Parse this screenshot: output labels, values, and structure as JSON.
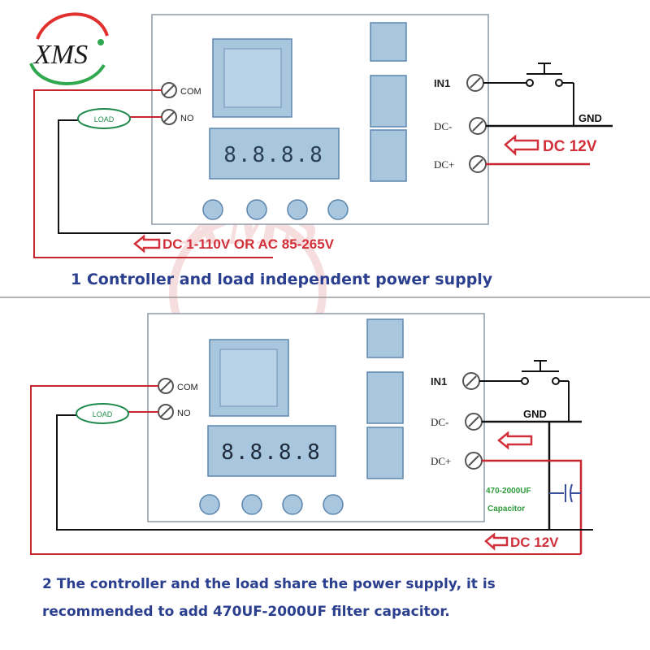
{
  "logo": {
    "text": "XMS"
  },
  "watermark": {
    "text": "XMS"
  },
  "colors": {
    "wire_red": "#c8262e",
    "wire_black": "#111111",
    "load_green": "#1f8a4c",
    "arrow_red": "#d1303a",
    "caption_blue": "#2b3f8f",
    "capacitor_label": "#2e9a3a",
    "capacitor_symbol": "#3a4f9c",
    "module_fill": "#a9c6df",
    "module_border": "#5c86ad"
  },
  "diagram1": {
    "terminals": {
      "com": "COM",
      "no": "NO",
      "in1": "IN1",
      "dc_minus": "DC-",
      "dc_plus": "DC+"
    },
    "load": "LOAD",
    "display": "8.8.8.8",
    "gnd": "GND",
    "supply_right": "DC 12V",
    "supply_bottom": "DC 1-110V OR AC 85-265V",
    "caption": "1 Controller and load independent power supply"
  },
  "diagram2": {
    "terminals": {
      "com": "COM",
      "no": "NO",
      "in1": "IN1",
      "dc_minus": "DC-",
      "dc_plus": "DC+"
    },
    "load": "LOAD",
    "display": "8.8.8.8",
    "gnd": "GND",
    "capacitor_value": "470-2000UF",
    "capacitor_name": "Capacitor",
    "supply_bottom": "DC 12V",
    "caption_line1": "2 The controller and the load share the power supply, it is",
    "caption_line2": "recommended to add 470UF-2000UF filter capacitor."
  }
}
